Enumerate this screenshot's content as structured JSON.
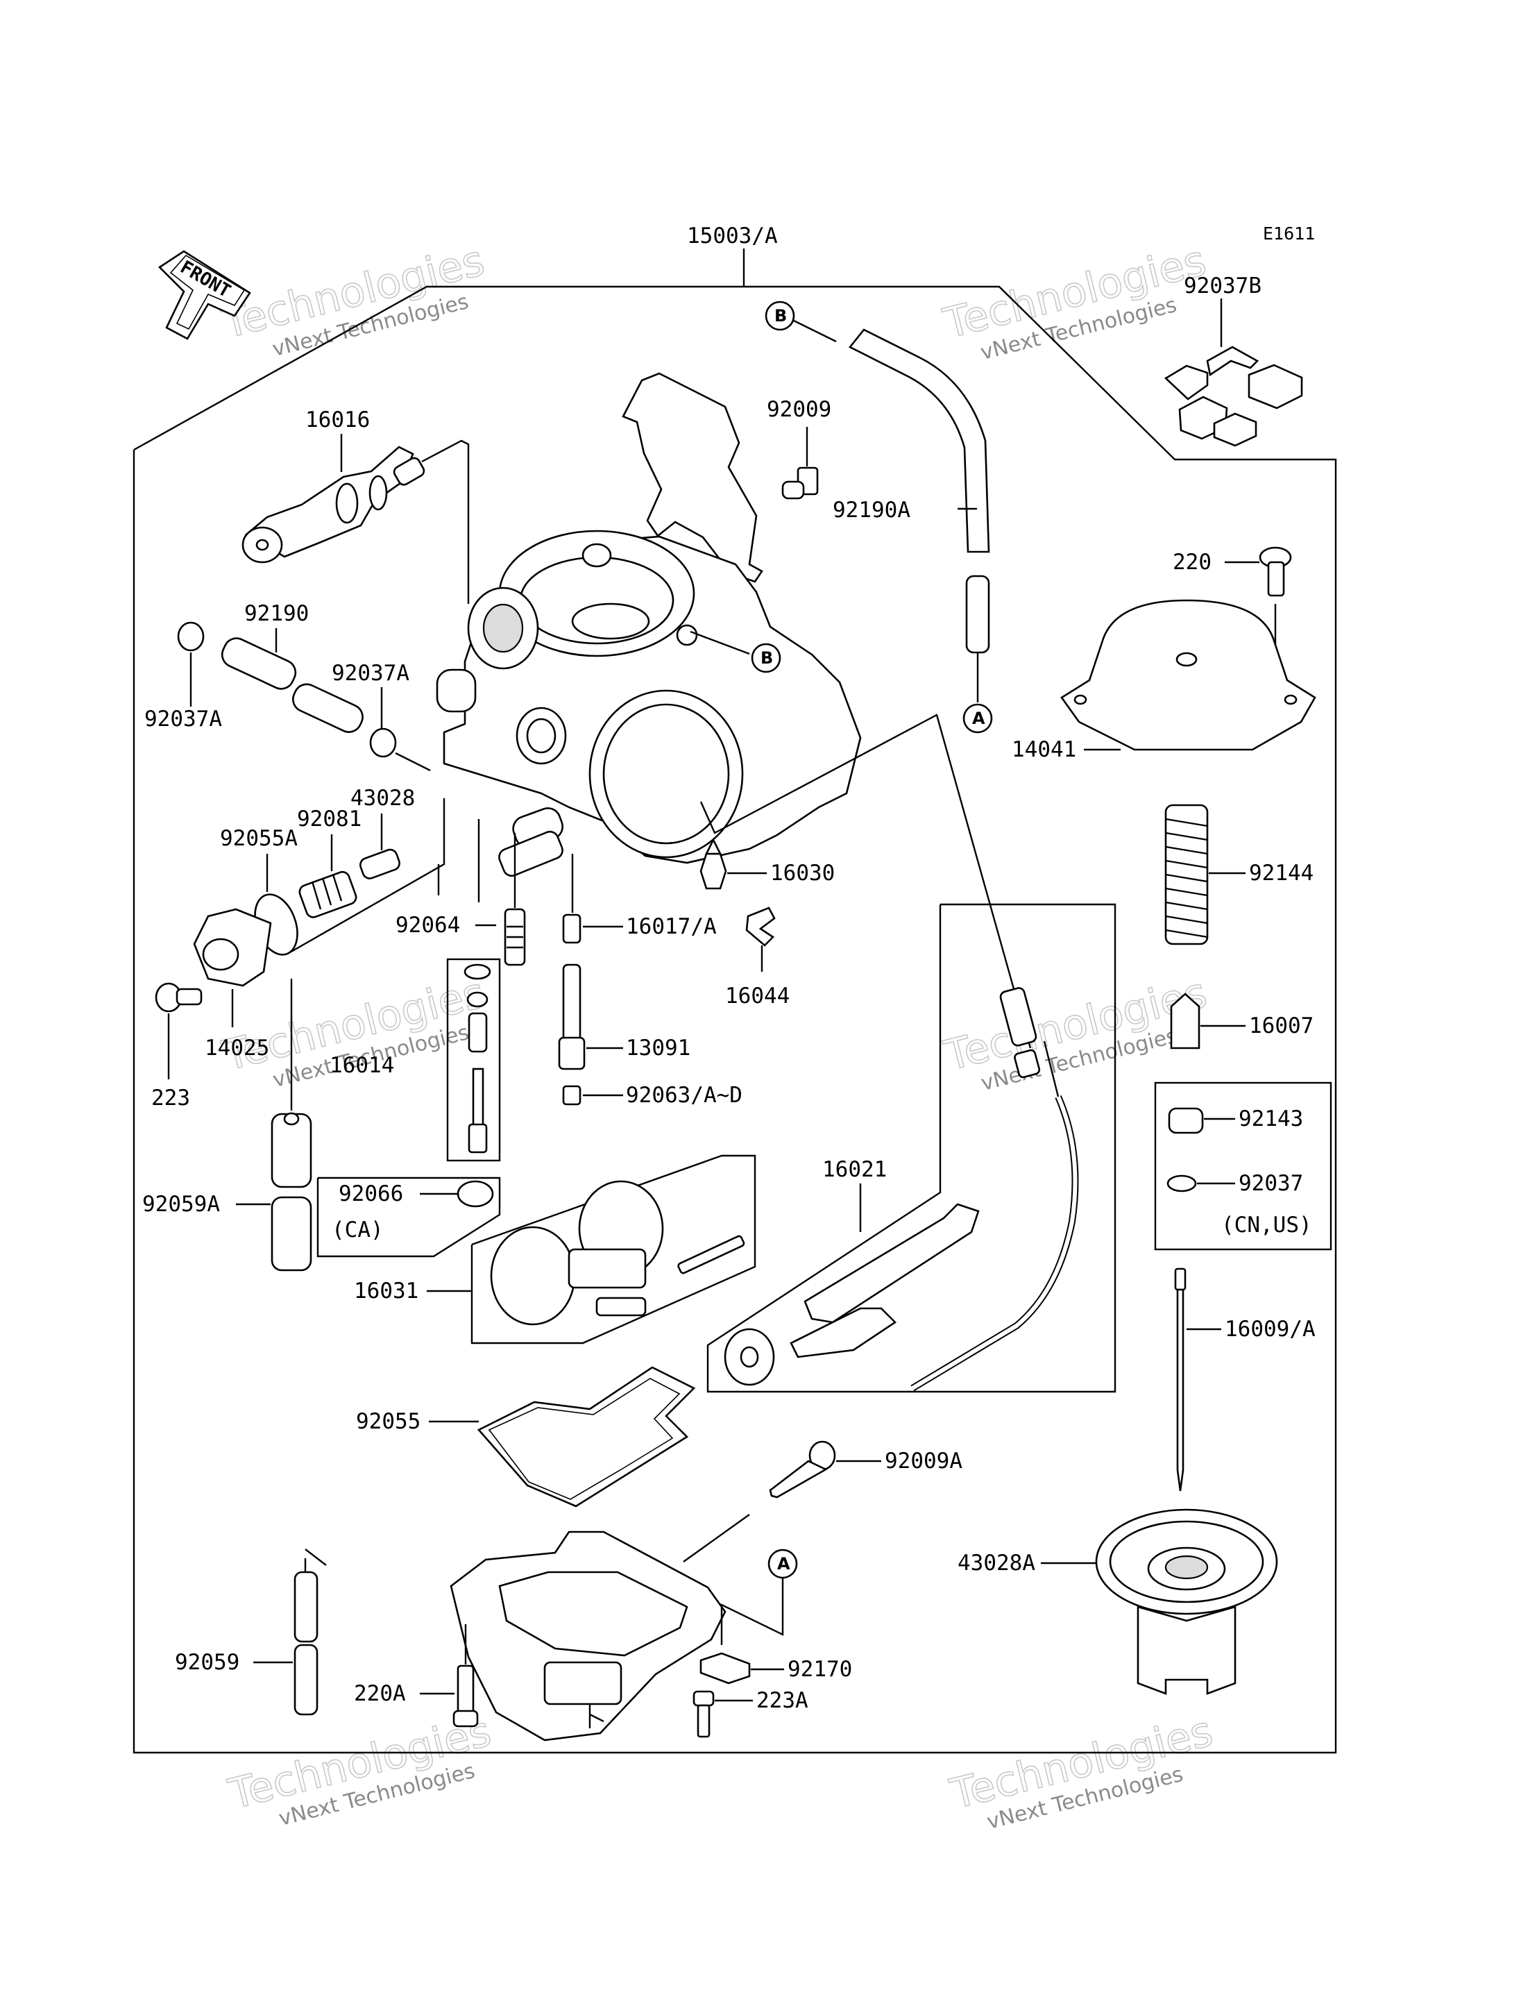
{
  "diagram": {
    "code": "E1611",
    "front_label": "FRONT",
    "watermark": {
      "line1": "vNext Technologies",
      "line2": "Technologies"
    },
    "parts": {
      "p15003": "15003/A",
      "p92037B": "92037B",
      "p92009": "92009",
      "p92190A": "92190A",
      "p16016": "16016",
      "p220": "220",
      "p92190": "92190",
      "p92037A_r": "92037A",
      "p92037A_l": "92037A",
      "p14041": "14041",
      "p43028": "43028",
      "p92081": "92081",
      "p92055A": "92055A",
      "p16030": "16030",
      "p92144": "92144",
      "p92064": "92064",
      "p16017": "16017/A",
      "p16044": "16044",
      "p16007": "16007",
      "p223": "223",
      "p14025": "14025",
      "p16014": "16014",
      "p13091": "13091",
      "p92063": "92063/A~D",
      "p92143": "92143",
      "p92037": "92037",
      "p92059A": "92059A",
      "p92066": "92066",
      "p16021": "16021",
      "p16031": "16031",
      "p16009": "16009/A",
      "p92055": "92055",
      "p92009A": "92009A",
      "p43028A": "43028A",
      "p92059": "92059",
      "p92170": "92170",
      "p220A": "220A",
      "p223A": "223A"
    },
    "notes": {
      "ca": "(CA)",
      "cnus": "(CN,US)"
    },
    "refs": {
      "a": "A",
      "b": "B"
    }
  }
}
